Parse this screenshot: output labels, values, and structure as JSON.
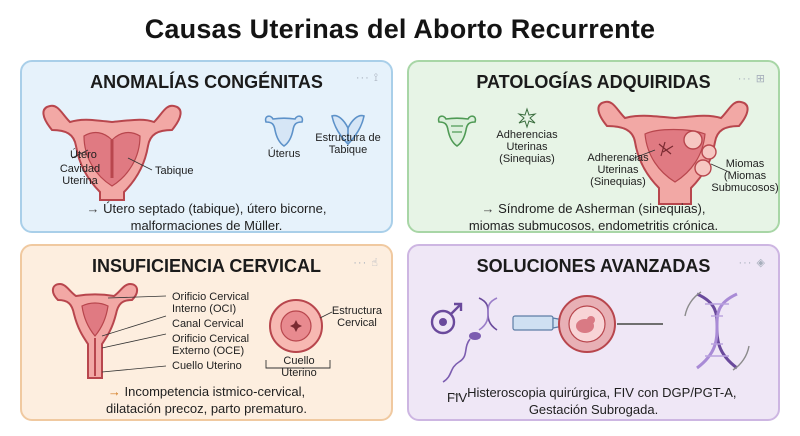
{
  "title": "Causas Uterinas del Aborto Recurrente",
  "arrow": "→",
  "panels": {
    "anomalias": {
      "title": "ANOMALÍAS CONGÉNITAS",
      "icon": "uterus-icon",
      "labels": {
        "utero": "Útero",
        "cavidad": "Cavidad Uterina",
        "tabique": "Tabique",
        "uterus": "Úterus",
        "estructura": "Estructura de Tabique"
      },
      "desc_line1": "Útero septado (tabique), útero bicorne,",
      "desc_line2": "malformaciones de Müller."
    },
    "patologias": {
      "title": "PATOLOGÍAS ADQUIRIDAS",
      "icon": "medical-kit-icon",
      "labels": {
        "adherencias_small": "Adherencias Uterinas (Sinequias)",
        "adherencias_big": "Adherencias Uterinas (Sinequias)",
        "miomas": "Miomas (Miomas Submucosos)"
      },
      "desc_line1": "Síndrome de Asherman (sinequias),",
      "desc_line2": "miomas submucosos, endometritis crónica."
    },
    "insuficiencia": {
      "title": "INSUFICIENCIA CERVICAL",
      "icon": "hand-pointer-icon",
      "labels": {
        "oci": "Orificio Cervical Interno (OCI)",
        "canal": "Canal Cervical",
        "oce": "Orificio Cervical Externo (OCE)",
        "cuello": "Cuello Uterino",
        "estructura": "Estructura Cervical",
        "cuello2": "Cuello Uterino"
      },
      "desc_line1": "Incompetencia istmico-cervical,",
      "desc_line2": "dilatación precoz, parto prematuro."
    },
    "soluciones": {
      "title": "SOLUCIONES AVANZADAS",
      "icon": "target-icon",
      "labels": {
        "fiv": "FIV"
      },
      "desc_line1": "Histeroscopia quirúrgica, FIV con DGP/PGT-A,",
      "desc_line2": "Gestación Subrogada."
    }
  },
  "colors": {
    "uterus_fill": "#f2a8a5",
    "uterus_stroke": "#b8464d",
    "blue_icon": "#5d92c9"
  }
}
